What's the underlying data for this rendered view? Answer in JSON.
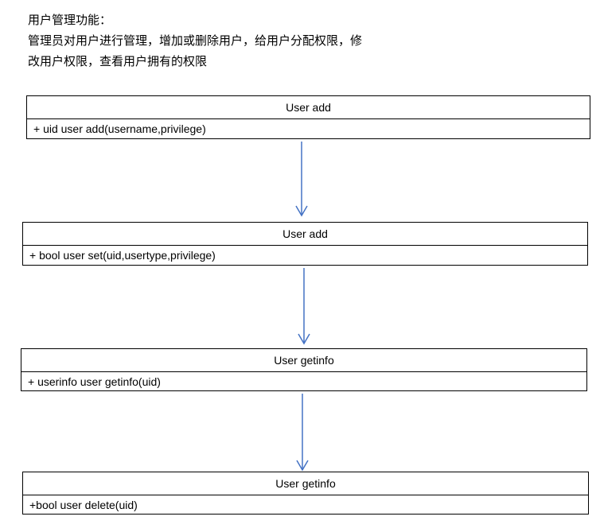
{
  "intro": {
    "line1": "用户管理功能：",
    "line2": "管理员对用户进行管理，增加或删除用户，给用户分配权限，修",
    "line3": "改用户权限，查看用户拥有的权限"
  },
  "diagram": {
    "arrow_color": "#4472c4",
    "boxes": [
      {
        "name": "User add",
        "operation": "+ uid user add(username,privilege)"
      },
      {
        "name": "User add",
        "operation": "+ bool user set(uid,usertype,privilege)"
      },
      {
        "name": "User getinfo",
        "operation": "+ userinfo user getinfo(uid)"
      },
      {
        "name": "User getinfo",
        "operation": "+bool user delete(uid)"
      }
    ]
  }
}
